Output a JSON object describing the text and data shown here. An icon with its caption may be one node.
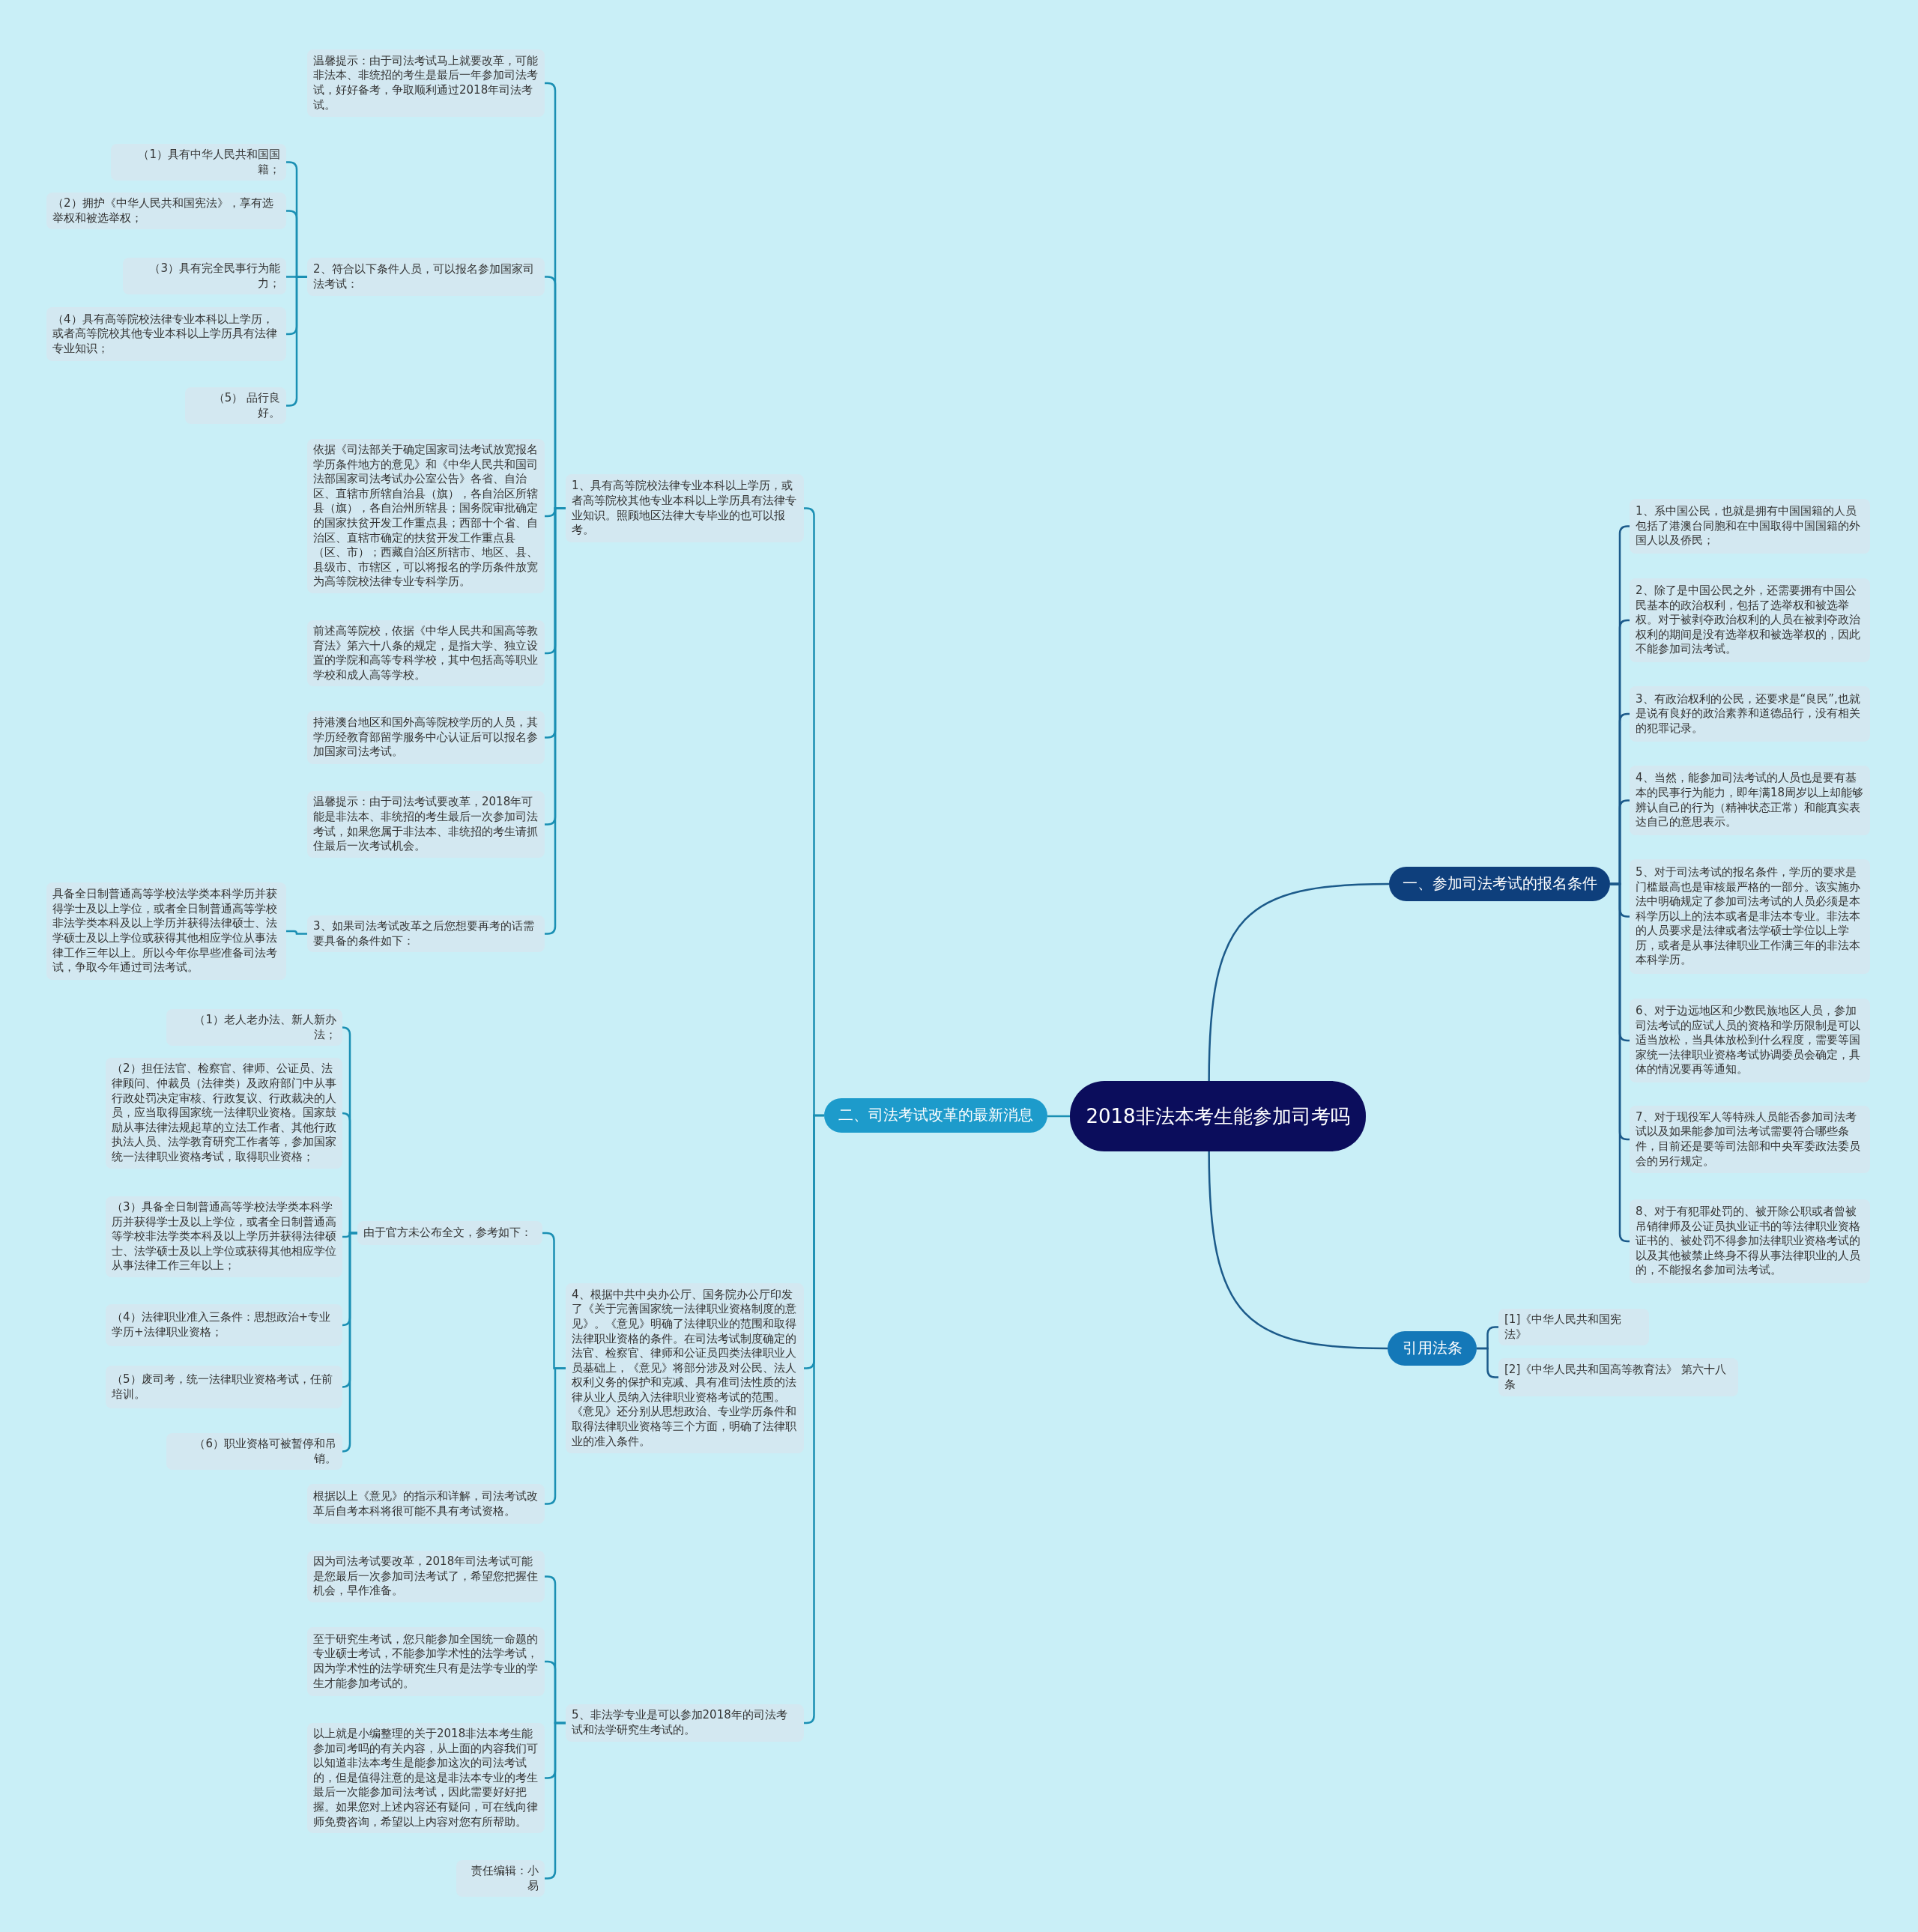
{
  "diagram": {
    "nodes": [
      {
        "text": [
          "2018非法本考生能参加司考吗"
        ]
      },
      {
        "text": [
          "一、参加司法考试的报名条件"
        ]
      },
      {
        "text": [
          "1、系中国公民，也就是拥有中国国籍的人员包括了港澳台同胞和在中国取得中国国籍的外国人以及侨民；"
        ]
      },
      {
        "text": [
          "2、除了是中国公民之外，还需要拥有中国公民基本的政治权利，包括了选举权和被选举权。对于被剥夺政治权利的人员在被剥夺政治权利的期间是没有选举权和被选举权的，因此不能参加司法考试。"
        ]
      },
      {
        "text": [
          "3、有政治权利的公民，还要求是“良民”,也就是说有良好的政治素养和道德品行，没有相关的犯罪记录。"
        ]
      },
      {
        "text": [
          "4、当然，能参加司法考试的人员也是要有基本的民事行为能力，即年满18周岁以上却能够辨认自己的行为（精神状态正常）和能真实表达自己的意思表示。"
        ]
      },
      {
        "text": [
          "5、对于司法考试的报名条件，学历的要求是门槛最高也是审核最严格的一部分。该实施办法中明确规定了参加司法考试的人员必须是本科学历以上的法本或者是非法本专业。非法本的人员要求是法律或者法学硕士学位以上学历，或者是从事法律职业工作满三年的非法本本科学历。"
        ]
      },
      {
        "text": [
          "6、对于边远地区和少数民族地区人员，参加司法考试的应试人员的资格和学历限制是可以适当放松，当具体放松到什么程度，需要等国家统一法律职业资格考试协调委员会确定，具体的情况要再等通知。"
        ]
      },
      {
        "text": [
          "7、对于现役军人等特殊人员能否参加司法考试以及如果能参加司法考试需要符合哪些条件，目前还是要等司法部和中央军委政法委员会的另行规定。"
        ]
      },
      {
        "text": [
          "8、对于有犯罪处罚的、被开除公职或者曾被吊销律师及公证员执业证书的等法律职业资格证书的、被处罚不得参加法律职业资格考试的以及其他被禁止终身不得从事法律职业的人员的，不能报名参加司法考试。"
        ]
      },
      {
        "text": [
          "引用法条"
        ]
      },
      {
        "text": [
          "[1]《中华人民共和国宪法》"
        ]
      },
      {
        "text": [
          "[2]《中华人民共和国高等教育法》 第六十八条"
        ]
      },
      {
        "text": [
          "二、司法考试改革的最新消息"
        ]
      },
      {
        "text": [
          "1、具有高等院校法律专业本科以上学历，或者高等院校其他专业本科以上学历具有法律专业知识。照顾地区法律大专毕业的也可以报考。"
        ]
      },
      {
        "text": [
          "温馨提示：由于司法考试马上就要改革，可能非法本、非统招的考生是最后一年参加司法考试，好好备考，争取顺利通过2018年司法考试。"
        ]
      },
      {
        "text": [
          "2、符合以下条件人员，可以报名参加国家司法考试："
        ]
      },
      {
        "text": [
          "（1）具有中华人民共和国国籍；"
        ]
      },
      {
        "text": [
          "（2）拥护《中华人民共和国宪法》，享有选举权和被选举权；"
        ]
      },
      {
        "text": [
          "（3）具有完全民事行为能力；"
        ]
      },
      {
        "text": [
          "（4）具有高等院校法律专业本科以上学历，或者高等院校其他专业本科以上学历具有法律专业知识；"
        ]
      },
      {
        "text": [
          "（5） 品行良好。"
        ]
      },
      {
        "text": [
          "依据《司法部关于确定国家司法考试放宽报名学历条件地方的意见》和《中华人民共和国司法部国家司法考试办公室公告》各省、自治区、直辖市所辖自治县（旗），各自治区所辖县（旗），各自治州所辖县；国务院审批确定的国家扶贫开发工作重点县；西部十个省、自治区、直辖市确定的扶贫开发工作重点县（区、市）；西藏自治区所辖市、地区、县、县级市、市辖区，可以将报名的学历条件放宽为高等院校法律专业专科学历。"
        ]
      },
      {
        "text": [
          "前述高等院校，依据《中华人民共和国高等教育法》第六十八条的规定，是指大学、独立设置的学院和高等专科学校，其中包括高等职业学校和成人高等学校。"
        ]
      },
      {
        "text": [
          "持港澳台地区和国外高等院校学历的人员，其学历经教育部留学服务中心认证后可以报名参加国家司法考试。"
        ]
      },
      {
        "text": [
          "温馨提示：由于司法考试要改革，2018年可能是非法本、非统招的考生最后一次参加司法考试，如果您属于非法本、非统招的考生请抓住最后一次考试机会。"
        ]
      },
      {
        "text": [
          "3、如果司法考试改革之后您想要再考的话需要具备的条件如下："
        ]
      },
      {
        "text": [
          "具备全日制普通高等学校法学类本科学历并获得学士及以上学位，或者全日制普通高等学校非法学类本科及以上学历并获得法律硕士、法学硕士及以上学位或获得其他相应学位从事法律工作三年以上。所以今年你早些准备司法考试，争取今年通过司法考试。"
        ]
      },
      {
        "text": [
          "4、根据中共中央办公厅、国务院办公厅印发了《关于完善国家统一法律职业资格制度的意见》。《意见》明确了法律职业的范围和取得法律职业资格的条件。在司法考试制度确定的法官、检察官、律师和公证员四类法律职业人员基础上，《意见》将部分涉及对公民、法人权利义务的保护和克减、具有准司法性质的法律从业人员纳入法律职业资格考试的范围。《意见》还分别从思想政治、专业学历条件和取得法律职业资格等三个方面，明确了法律职业的准入条件。"
        ]
      },
      {
        "text": [
          "由于官方未公布全文，参考如下："
        ]
      },
      {
        "text": [
          "（1）老人老办法、新人新办法；"
        ]
      },
      {
        "text": [
          "（2）担任法官、检察官、律师、公证员、法律顾问、仲裁员（法律类）及政府部门中从事行政处罚决定审核、行政复议、行政裁决的人员，应当取得国家统一法律职业资格。国家鼓励从事法律法规起草的立法工作者、其他行政执法人员、法学教育研究工作者等，参加国家统一法律职业资格考试，取得职业资格；"
        ]
      },
      {
        "text": [
          "（3）具备全日制普通高等学校法学类本科学历并获得学士及以上学位，或者全日制普通高等学校非法学类本科及以上学历并获得法律硕士、法学硕士及以上学位或获得其他相应学位从事法律工作三年以上；"
        ]
      },
      {
        "text": [
          "（4）法律职业准入三条件：思想政治+专业学历+法律职业资格；"
        ]
      },
      {
        "text": [
          "（5）废司考，统一法律职业资格考试，任前培训。"
        ]
      },
      {
        "text": [
          "（6）职业资格可被暂停和吊销。"
        ]
      },
      {
        "text": [
          "根据以上《意见》的指示和详解，司法考试改革后自考本科将很可能不具有考试资格。"
        ]
      },
      {
        "text": [
          "5、非法学专业是可以参加2018年的司法考试和法学研究生考试的。"
        ]
      },
      {
        "text": [
          "因为司法考试要改革，2018年司法考试可能是您最后一次参加司法考试了，希望您把握住机会，早作准备。"
        ]
      },
      {
        "text": [
          "至于研究生考试，您只能参加全国统一命题的专业硕士考试，不能参加学术性的法学考试，因为学术性的法学研究生只有是法学专业的学生才能参加考试的。"
        ]
      },
      {
        "text": [
          "以上就是小编整理的关于2018非法本考生能参加司考吗的有关内容，从上面的内容我们可以知道非法本考生是能参加这次的司法考试的，但是值得注意的是这是非法本专业的考生最后一次能参加司法考试，因此需要好好把握。如果您对上述内容还有疑问，可在线向律师免费咨询，希望以上内容对您有所帮助。"
        ]
      },
      {
        "text": [
          "责任编辑：小易"
        ]
      }
    ],
    "edges": [
      {
        "from": 0,
        "to": 1,
        "arrow": "none",
        "color": "#1b5a8a"
      },
      {
        "from": 1,
        "to": 2,
        "arrow": "none",
        "color": "#1b5a8a"
      },
      {
        "from": 1,
        "to": 3,
        "arrow": "none",
        "color": "#1b5a8a"
      },
      {
        "from": 1,
        "to": 4,
        "arrow": "none",
        "color": "#1b5a8a"
      },
      {
        "from": 1,
        "to": 5,
        "arrow": "none",
        "color": "#1b5a8a"
      },
      {
        "from": 1,
        "to": 6,
        "arrow": "none",
        "color": "#1b5a8a"
      },
      {
        "from": 1,
        "to": 7,
        "arrow": "none",
        "color": "#1b5a8a"
      },
      {
        "from": 1,
        "to": 8,
        "arrow": "none",
        "color": "#1b5a8a"
      },
      {
        "from": 1,
        "to": 9,
        "arrow": "none",
        "color": "#1b5a8a"
      },
      {
        "from": 0,
        "to": 10,
        "arrow": "none",
        "color": "#1b5a8a"
      },
      {
        "from": 10,
        "to": 11,
        "arrow": "none",
        "color": "#1b5a8a"
      },
      {
        "from": 10,
        "to": 12,
        "arrow": "none",
        "color": "#1b5a8a"
      },
      {
        "from": 0,
        "to": 13,
        "arrow": "none"
      },
      {
        "from": 13,
        "to": 14,
        "arrow": "none"
      },
      {
        "from": 14,
        "to": 15,
        "arrow": "none"
      },
      {
        "from": 14,
        "to": 16,
        "arrow": "none"
      },
      {
        "from": 16,
        "to": 17,
        "arrow": "none"
      },
      {
        "from": 16,
        "to": 18,
        "arrow": "none"
      },
      {
        "from": 16,
        "to": 19,
        "arrow": "none"
      },
      {
        "from": 16,
        "to": 20,
        "arrow": "none"
      },
      {
        "from": 16,
        "to": 21,
        "arrow": "none"
      },
      {
        "from": 14,
        "to": 22,
        "arrow": "none"
      },
      {
        "from": 14,
        "to": 23,
        "arrow": "none"
      },
      {
        "from": 14,
        "to": 24,
        "arrow": "none"
      },
      {
        "from": 14,
        "to": 25,
        "arrow": "none"
      },
      {
        "from": 14,
        "to": 26,
        "arrow": "none"
      },
      {
        "from": 26,
        "to": 27,
        "arrow": "none"
      },
      {
        "from": 13,
        "to": 28,
        "arrow": "none"
      },
      {
        "from": 28,
        "to": 29,
        "arrow": "none"
      },
      {
        "from": 29,
        "to": 30,
        "arrow": "none"
      },
      {
        "from": 29,
        "to": 31,
        "arrow": "none"
      },
      {
        "from": 29,
        "to": 32,
        "arrow": "none"
      },
      {
        "from": 29,
        "to": 33,
        "arrow": "none"
      },
      {
        "from": 29,
        "to": 34,
        "arrow": "none"
      },
      {
        "from": 29,
        "to": 35,
        "arrow": "none"
      },
      {
        "from": 28,
        "to": 36,
        "arrow": "none"
      },
      {
        "from": 13,
        "to": 37,
        "arrow": "none"
      },
      {
        "from": 37,
        "to": 38,
        "arrow": "none"
      },
      {
        "from": 37,
        "to": 39,
        "arrow": "none"
      },
      {
        "from": 37,
        "to": 40,
        "arrow": "none"
      },
      {
        "from": 37,
        "to": 41,
        "arrow": "none"
      }
    ]
  }
}
